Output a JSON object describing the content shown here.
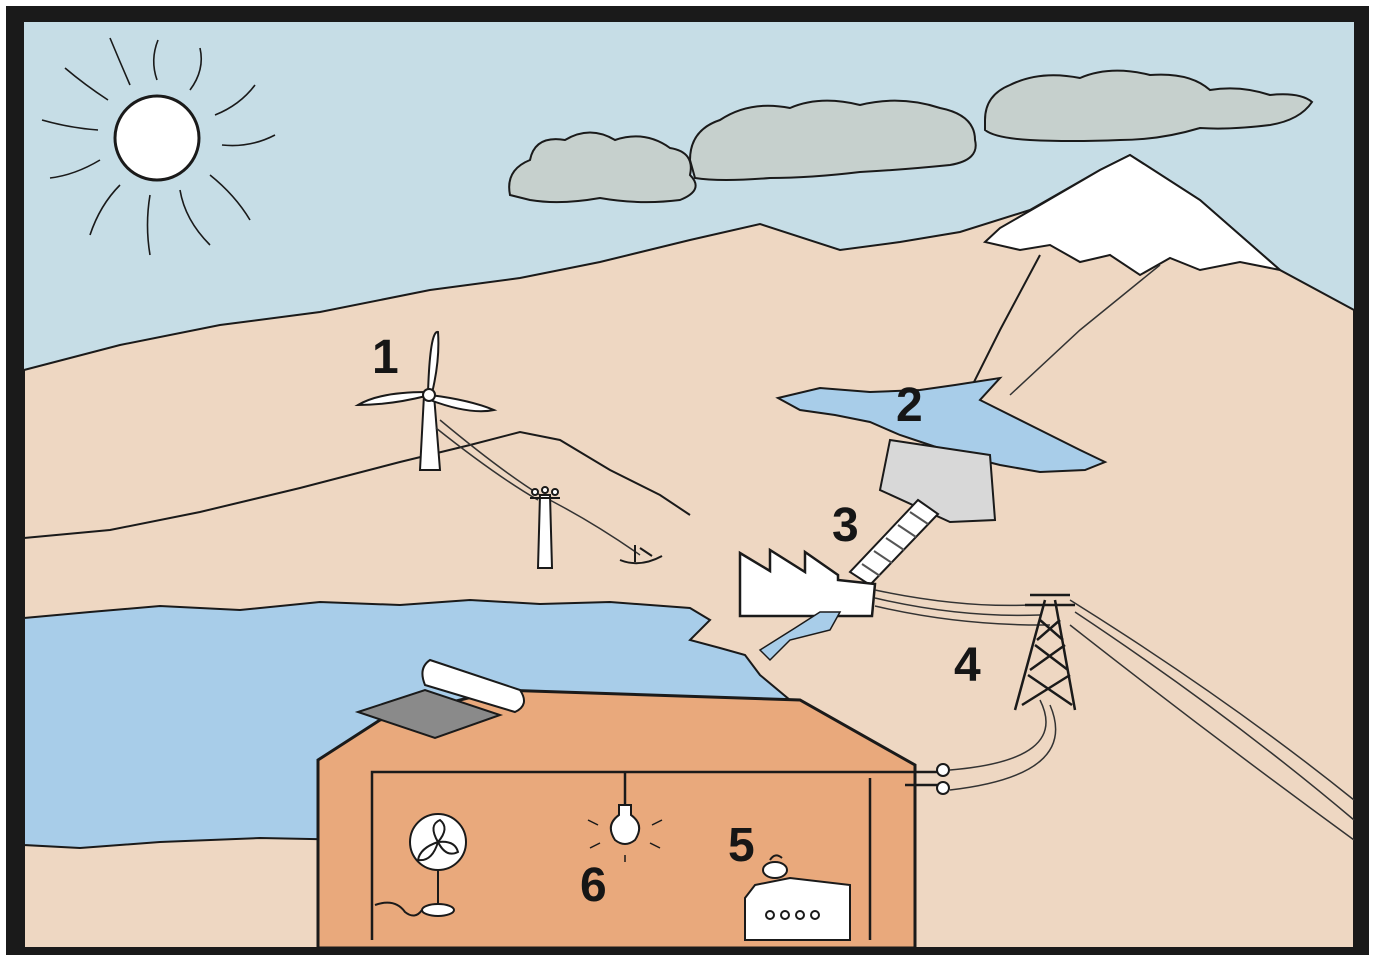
{
  "labels": {
    "wind_turbine": "1",
    "reservoir": "2",
    "power_station": "3",
    "pylon": "4",
    "cooker": "5",
    "light_bulb": "6"
  },
  "colors": {
    "frame": "#1a1a1a",
    "sky": "#c6dde6",
    "land": "#eed7c2",
    "water": "#a8cde9",
    "house": "#e9a97c",
    "cloud": "#c6d0cd",
    "snow": "#ffffff",
    "panel": "#8a8a8a",
    "ink": "#1a1a1a"
  }
}
